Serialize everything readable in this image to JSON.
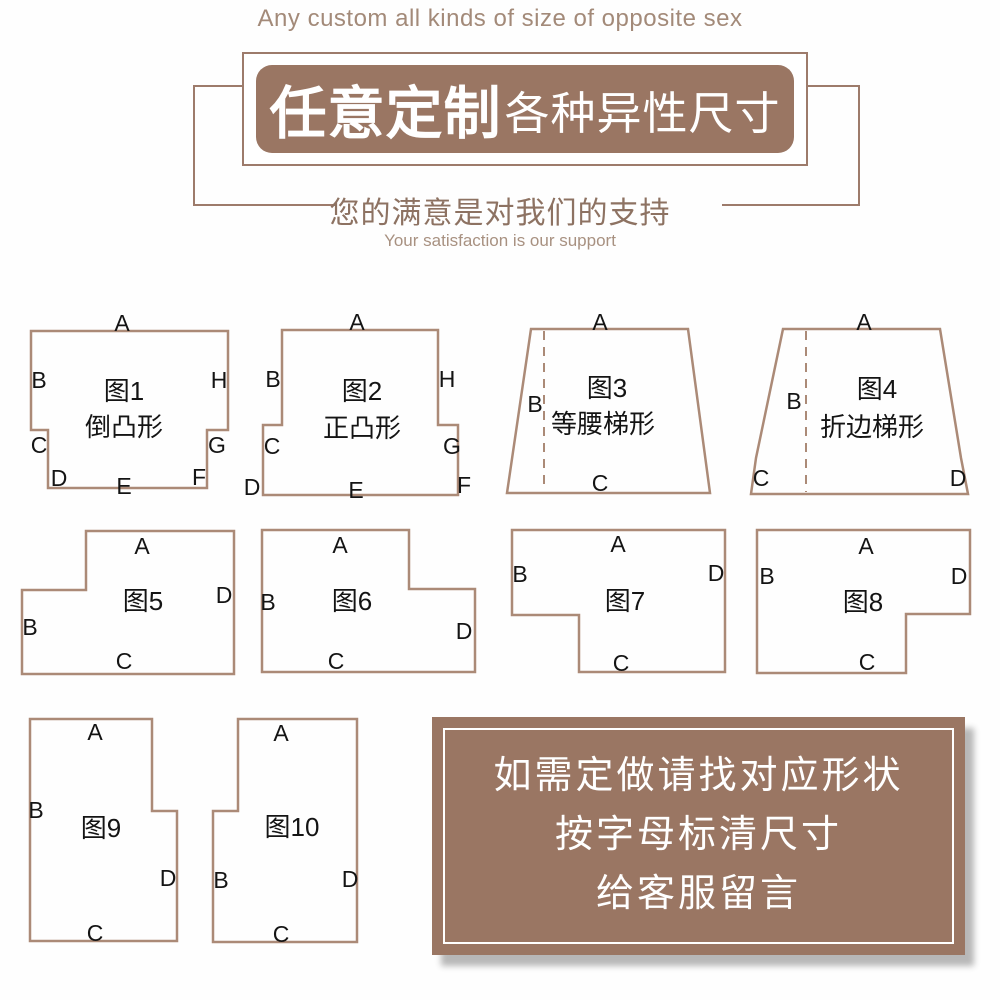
{
  "header": {
    "tagline_en": "Any custom all kinds of size of opposite sex",
    "banner_title": "任意定制",
    "banner_subtitle": "各种异性尺寸",
    "slogan_cn": "您的满意是对我们的支持",
    "slogan_en": "Your satisfaction is our support"
  },
  "colors": {
    "brand_brown": "#9a7663",
    "outline_brown": "#ab8a77",
    "frame_brown": "#9d7b6b",
    "label_black": "#141414",
    "text_white": "#ffffff"
  },
  "figures": [
    {
      "title": "图1",
      "subtitle": "倒凸形",
      "shape": "inverted-convex",
      "labels": [
        "A",
        "B",
        "H",
        "C",
        "D",
        "E",
        "F",
        "G"
      ]
    },
    {
      "title": "图2",
      "subtitle": "正凸形",
      "shape": "convex",
      "labels": [
        "A",
        "B",
        "H",
        "C",
        "G",
        "D",
        "E",
        "F"
      ]
    },
    {
      "title": "图3",
      "subtitle": "等腰梯形",
      "shape": "isosceles-trapezoid",
      "labels": [
        "A",
        "B",
        "C"
      ]
    },
    {
      "title": "图4",
      "subtitle": "折边梯形",
      "shape": "folded-edge-trapezoid",
      "labels": [
        "A",
        "B",
        "C",
        "D"
      ]
    },
    {
      "title": "图5",
      "subtitle": "",
      "shape": "notch-top-left",
      "labels": [
        "A",
        "D",
        "B",
        "C"
      ]
    },
    {
      "title": "图6",
      "subtitle": "",
      "shape": "notch-top-right",
      "labels": [
        "A",
        "B",
        "D",
        "C"
      ]
    },
    {
      "title": "图7",
      "subtitle": "",
      "shape": "notch-bottom-left",
      "labels": [
        "A",
        "B",
        "D",
        "C"
      ]
    },
    {
      "title": "图8",
      "subtitle": "",
      "shape": "notch-bottom-right",
      "labels": [
        "A",
        "B",
        "D",
        "C"
      ]
    },
    {
      "title": "图9",
      "subtitle": "",
      "shape": "portrait-notch-upper-right",
      "labels": [
        "A",
        "B",
        "D",
        "C"
      ]
    },
    {
      "title": "图10",
      "subtitle": "",
      "shape": "portrait-notch-upper-left",
      "labels": [
        "A",
        "B",
        "D",
        "C"
      ]
    }
  ],
  "footer": {
    "lines": [
      "如需定做请找对应形状",
      "按字母标清尺寸",
      "给客服留言"
    ]
  }
}
